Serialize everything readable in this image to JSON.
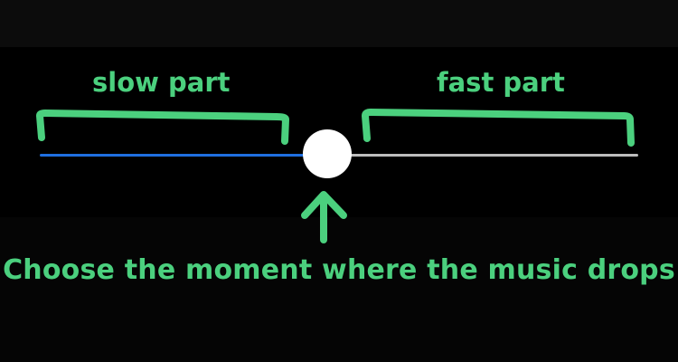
{
  "annotations": {
    "left_label": "slow part",
    "right_label": "fast part",
    "caption": "Choose the moment where the music drops"
  },
  "slider": {
    "value_fraction": 0.48
  },
  "colors": {
    "background": "#000000",
    "annotation_green": "#4bd07e",
    "track_played": "#1f6fe0",
    "track_remaining": "#bdbdbd",
    "thumb": "#ffffff"
  },
  "icons": {
    "left_brace": "curly-bracket-icon",
    "right_brace": "curly-bracket-icon",
    "pointer": "arrow-up-icon"
  }
}
